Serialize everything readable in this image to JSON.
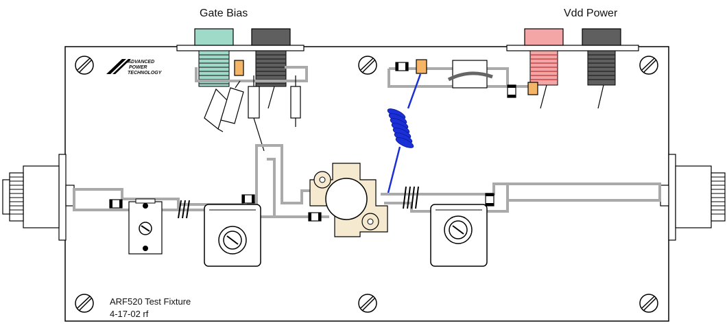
{
  "labels": {
    "gate_bias": "Gate Bias",
    "vdd_power": "Vdd Power",
    "fixture_name": "ARF520 Test Fixture",
    "fixture_date": "4-17-02   rf"
  },
  "logo": {
    "line1": "ADVANCED",
    "line2": "POWER",
    "line3": "TECHNOLOGY"
  },
  "colors": {
    "gate_bias_connector_a": "#9fd9c8",
    "gate_bias_connector_b": "#5f5f5f",
    "vdd_connector_a": "#f4a6a6",
    "vdd_connector_b": "#5f5f5f",
    "rf_choke": "#1a2fd6",
    "bias_capacitor": "#f5b567",
    "trace": "#aaaaaa"
  },
  "icons": [
    "screw-icon",
    "connector-icon",
    "capacitor-icon",
    "resistor-icon",
    "inductor-icon",
    "transistor-icon",
    "trimmer-capacitor-icon"
  ]
}
